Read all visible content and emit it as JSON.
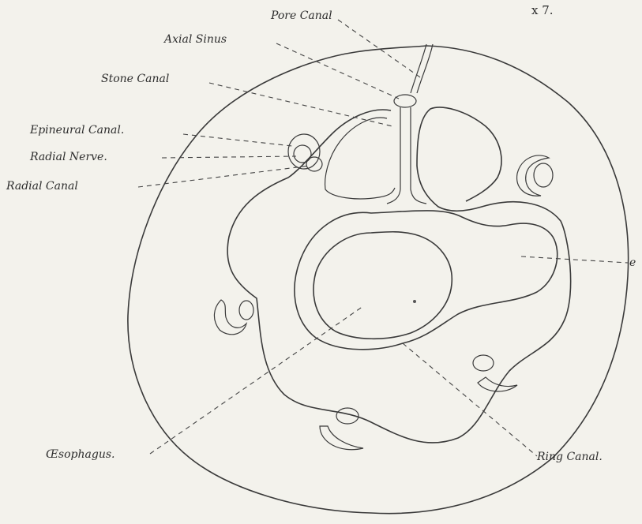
{
  "figure": {
    "scale": "x 7.",
    "labels": {
      "pore_canal": "Pore Canal",
      "axial_sinus": "Axial Sinus",
      "stone_canal": "Stone Canal",
      "epineural_canal": "Epineural Canal.",
      "radial_nerve": "Radial Nerve.",
      "radial_canal": "Radial Canal",
      "ring_canal": "Ring Canal.",
      "oesophagus": "Œsophagus.",
      "e": "e"
    }
  }
}
